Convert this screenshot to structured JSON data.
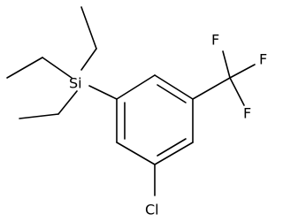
{
  "molecule": {
    "atoms": {
      "silicon": "Si",
      "chlorine": "Cl",
      "fluorine_1": "F",
      "fluorine_2": "F",
      "fluorine_3": "F"
    },
    "colors": {
      "background": "#ffffff",
      "bond": "#000000",
      "label": "#000000"
    }
  }
}
